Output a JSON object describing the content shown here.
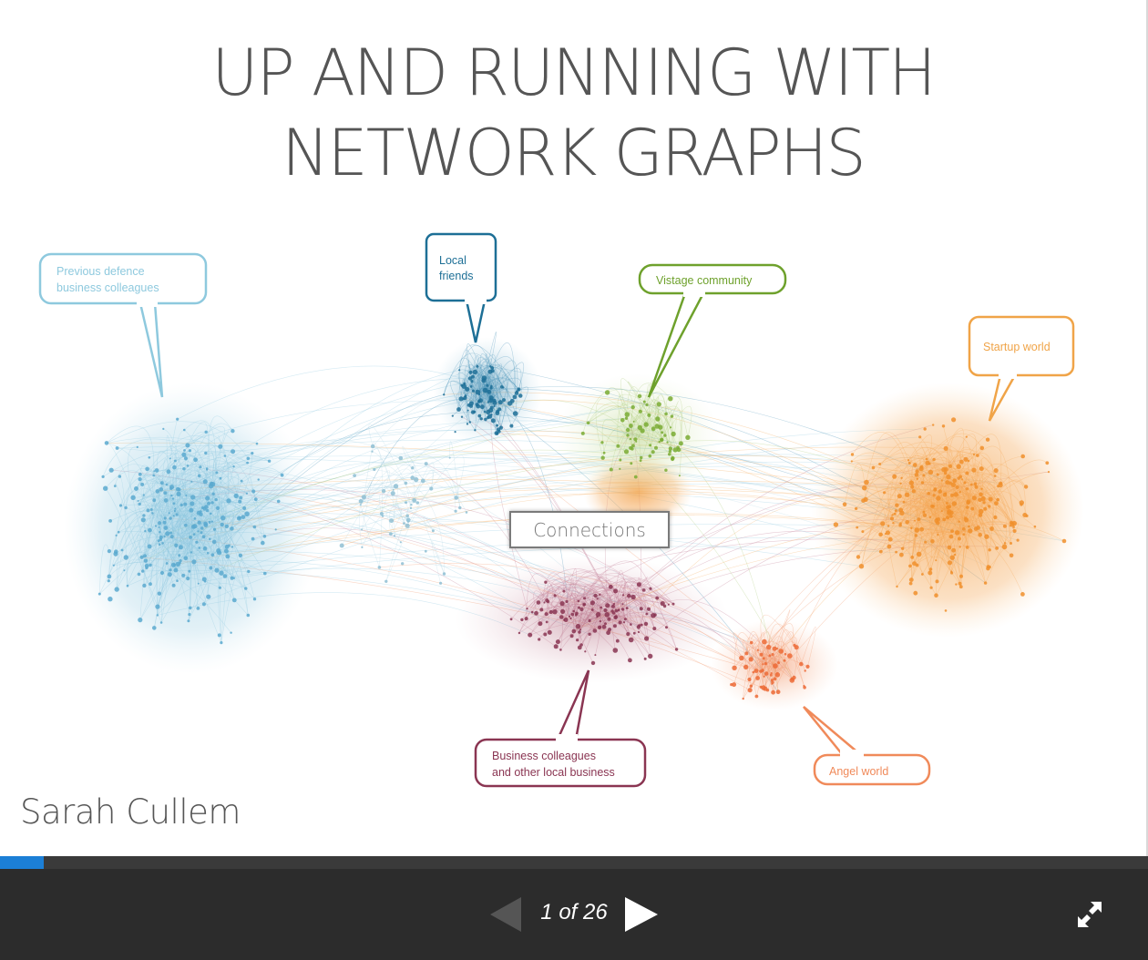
{
  "slide": {
    "title_lines": [
      "UP AND RUNNING WITH",
      "NETWORK GRAPHS"
    ],
    "author": "Sarah Cullem",
    "graph": {
      "center_label": "Connections",
      "callouts": [
        {
          "lines": [
            "Previous defence",
            "business colleagues"
          ],
          "color": "#8ec9de"
        },
        {
          "lines": [
            "Local",
            "friends"
          ],
          "color": "#1d6f96"
        },
        {
          "lines": [
            "Vistage community"
          ],
          "color": "#6ea12c"
        },
        {
          "lines": [
            "Startup world"
          ],
          "color": "#f0a448"
        },
        {
          "lines": [
            "Business colleagues",
            "and other local business"
          ],
          "color": "#8a3552"
        },
        {
          "lines": [
            "Angel world"
          ],
          "color": "#f08a5a"
        }
      ]
    }
  },
  "player": {
    "progress": 0.038,
    "page": "1 of 26",
    "current_page": 1,
    "total_pages": 26,
    "progress_color": "#1c7fd6",
    "controls": {
      "prev_icon": "prev-arrow-icon",
      "next_icon": "next-arrow-icon",
      "fullscreen_icon": "fullscreen-expand-icon"
    }
  }
}
